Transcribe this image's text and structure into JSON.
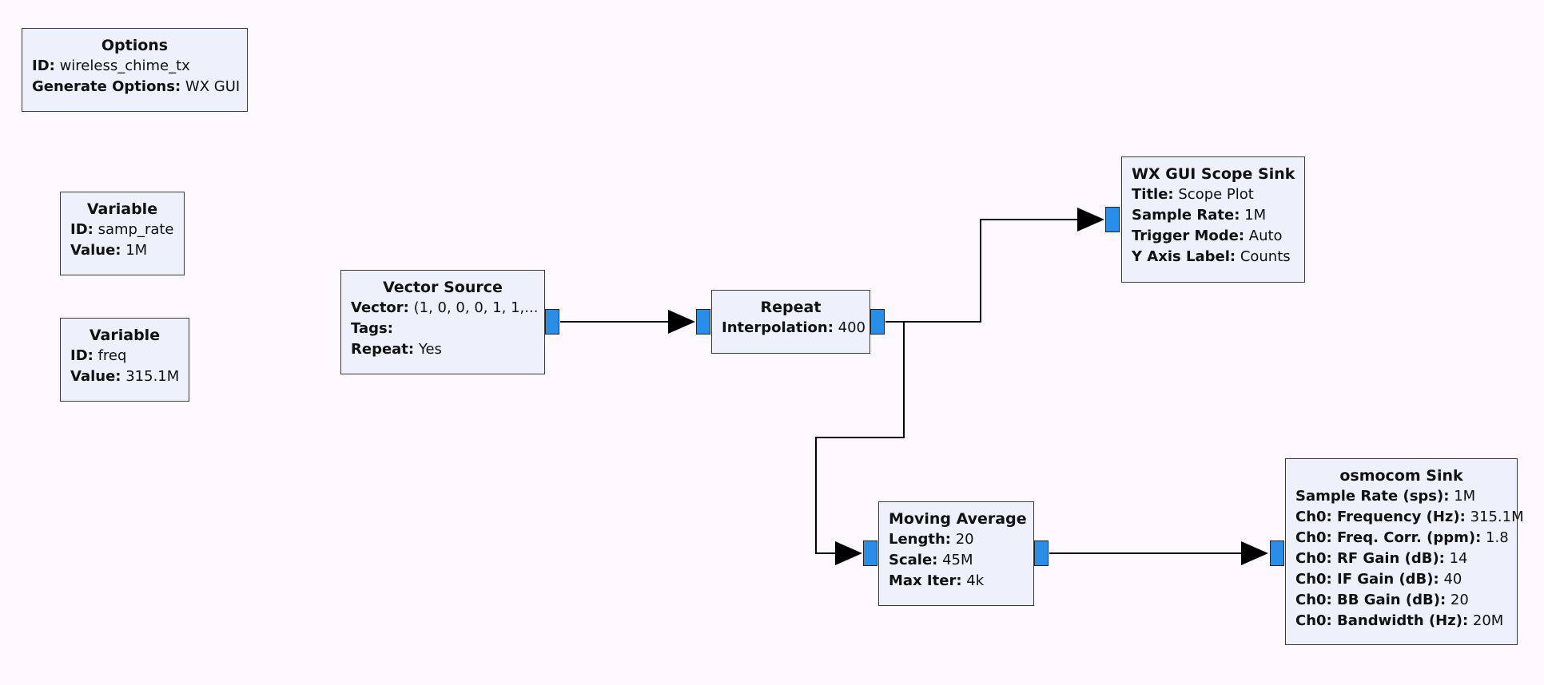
{
  "colors": {
    "background": "#fcf8fd",
    "block_fill": "#eef0fb",
    "block_border": "#3a3a3a",
    "port_fill": "#2a8ee6",
    "wire": "#000000"
  },
  "blocks": {
    "options": {
      "title": "Options",
      "params": [
        {
          "key": "ID:",
          "value": "wireless_chime_tx"
        },
        {
          "key": "Generate Options:",
          "value": "WX GUI"
        }
      ]
    },
    "var_samp_rate": {
      "title": "Variable",
      "params": [
        {
          "key": "ID:",
          "value": "samp_rate"
        },
        {
          "key": "Value:",
          "value": "1M"
        }
      ]
    },
    "var_freq": {
      "title": "Variable",
      "params": [
        {
          "key": "ID:",
          "value": "freq"
        },
        {
          "key": "Value:",
          "value": "315.1M"
        }
      ]
    },
    "vector_source": {
      "title": "Vector Source",
      "params": [
        {
          "key": "Vector:",
          "value": "(1, 0, 0, 0, 1, 1,..."
        },
        {
          "key": "Tags:",
          "value": ""
        },
        {
          "key": "Repeat:",
          "value": "Yes"
        }
      ]
    },
    "repeat": {
      "title": "Repeat",
      "params": [
        {
          "key": "Interpolation:",
          "value": "400"
        }
      ]
    },
    "scope_sink": {
      "title": "WX GUI Scope Sink",
      "params": [
        {
          "key": "Title:",
          "value": "Scope Plot"
        },
        {
          "key": "Sample Rate:",
          "value": "1M"
        },
        {
          "key": "Trigger Mode:",
          "value": "Auto"
        },
        {
          "key": "Y Axis Label:",
          "value": "Counts"
        }
      ]
    },
    "moving_average": {
      "title": "Moving Average",
      "params": [
        {
          "key": "Length:",
          "value": "20"
        },
        {
          "key": "Scale:",
          "value": "45M"
        },
        {
          "key": "Max Iter:",
          "value": "4k"
        }
      ]
    },
    "osmocom_sink": {
      "title": "osmocom Sink",
      "params": [
        {
          "key": "Sample Rate (sps):",
          "value": "1M"
        },
        {
          "key": "Ch0: Frequency (Hz):",
          "value": "315.1M"
        },
        {
          "key": "Ch0: Freq. Corr. (ppm):",
          "value": "1.8"
        },
        {
          "key": "Ch0: RF Gain (dB):",
          "value": "14"
        },
        {
          "key": "Ch0: IF Gain (dB):",
          "value": "40"
        },
        {
          "key": "Ch0: BB Gain (dB):",
          "value": "20"
        },
        {
          "key": "Ch0: Bandwidth (Hz):",
          "value": "20M"
        }
      ]
    }
  }
}
